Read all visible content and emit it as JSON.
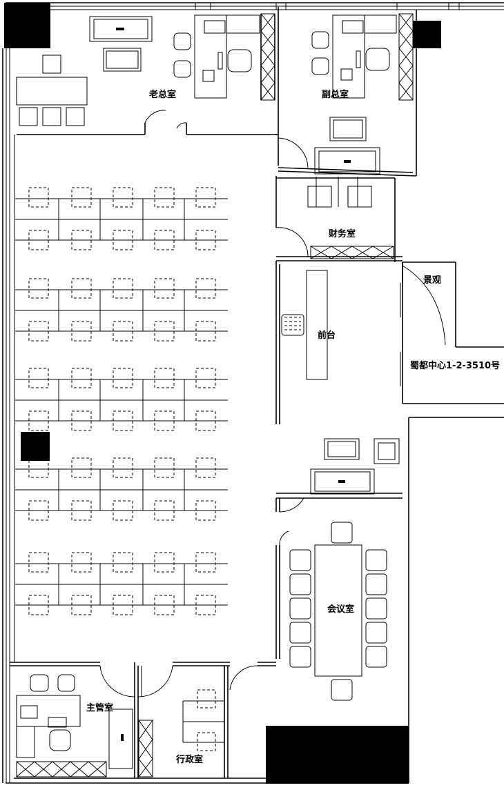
{
  "labels": {
    "ceo_office": "老总室",
    "deputy_office": "副总室",
    "finance_office": "财务室",
    "view": "景观",
    "reception": "前台",
    "address": "蜀都中心1-2-3510号",
    "meeting_room": "会议室",
    "supervisor_office": "主管室",
    "admin_office": "行政室"
  }
}
